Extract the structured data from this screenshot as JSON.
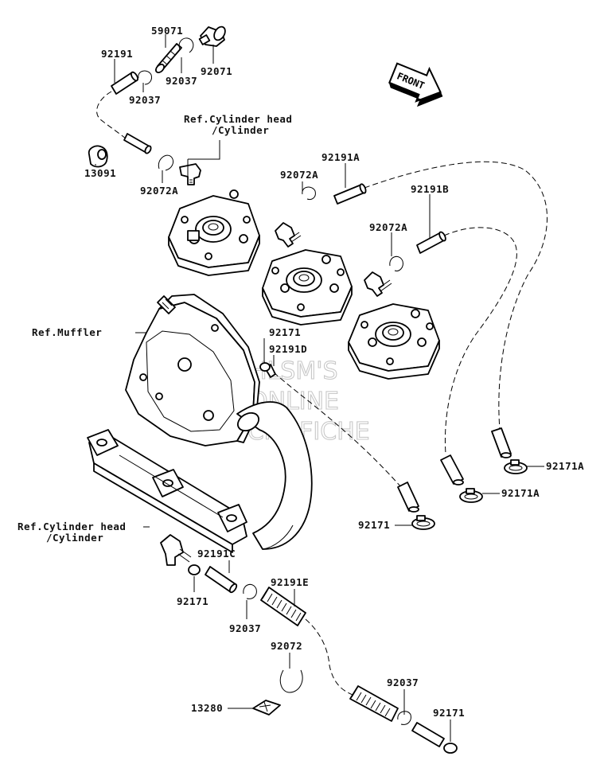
{
  "labels": {
    "p59071": "59071",
    "p92191": "92191",
    "p92037_top": "92037",
    "p92071": "92071",
    "p92037_mid": "92037",
    "p13091": "13091",
    "p92072A_1": "92072A",
    "p92072A_2": "92072A",
    "p92072A_3": "92072A",
    "p92191A": "92191A",
    "p92191B": "92191B",
    "ref_cyl_top_1": "Ref.Cylinder head",
    "ref_cyl_top_2": "/Cylinder",
    "ref_muffler": "Ref.Muffler",
    "p92171_a": "92171",
    "p92191D": "92191D",
    "p92171A_1": "92171A",
    "p92171A_2": "92171A",
    "p92171_b": "92171",
    "ref_cyl_bot_1": "Ref.Cylinder head",
    "ref_cyl_bot_2": "/Cylinder",
    "p92191C": "92191C",
    "p92191E": "92191E",
    "p92171_c": "92171",
    "p92037_bot": "92037",
    "p92072": "92072",
    "p13280": "13280",
    "p92037_br": "92037",
    "p92171_br": "92171",
    "front": "FRONT"
  },
  "watermark": {
    "line1": "HLSM'S",
    "line2": "ONLINE",
    "line3": "MICROFICHE"
  },
  "colors": {
    "ink": "#000000",
    "watermark": "#c8c8c8",
    "background": "#ffffff"
  }
}
